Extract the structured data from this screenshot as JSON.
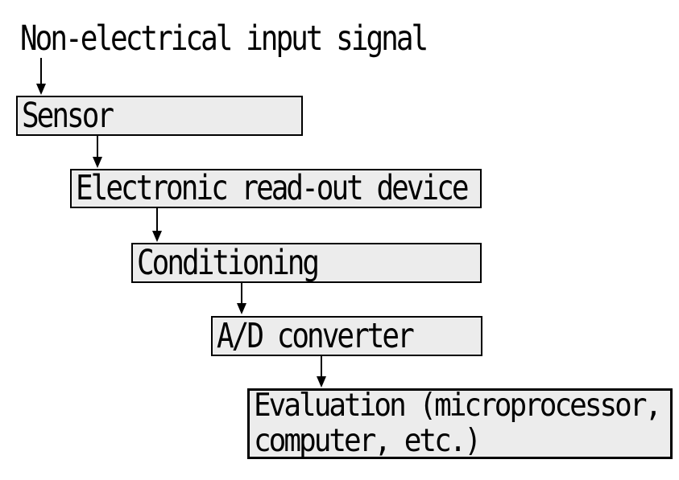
{
  "diagram": {
    "input_label": "Non-electrical input signal",
    "boxes": [
      {
        "label": "Sensor"
      },
      {
        "label": "Electronic read-out device"
      },
      {
        "label": "Conditioning"
      },
      {
        "label": "A/D converter"
      },
      {
        "label": "Evaluation (microprocessor,",
        "label_line2": "computer, etc.)"
      }
    ],
    "colors": {
      "box_fill": "#ececec",
      "box_border": "#000000",
      "canvas_background": "#ffffff",
      "text": "#000000"
    }
  }
}
